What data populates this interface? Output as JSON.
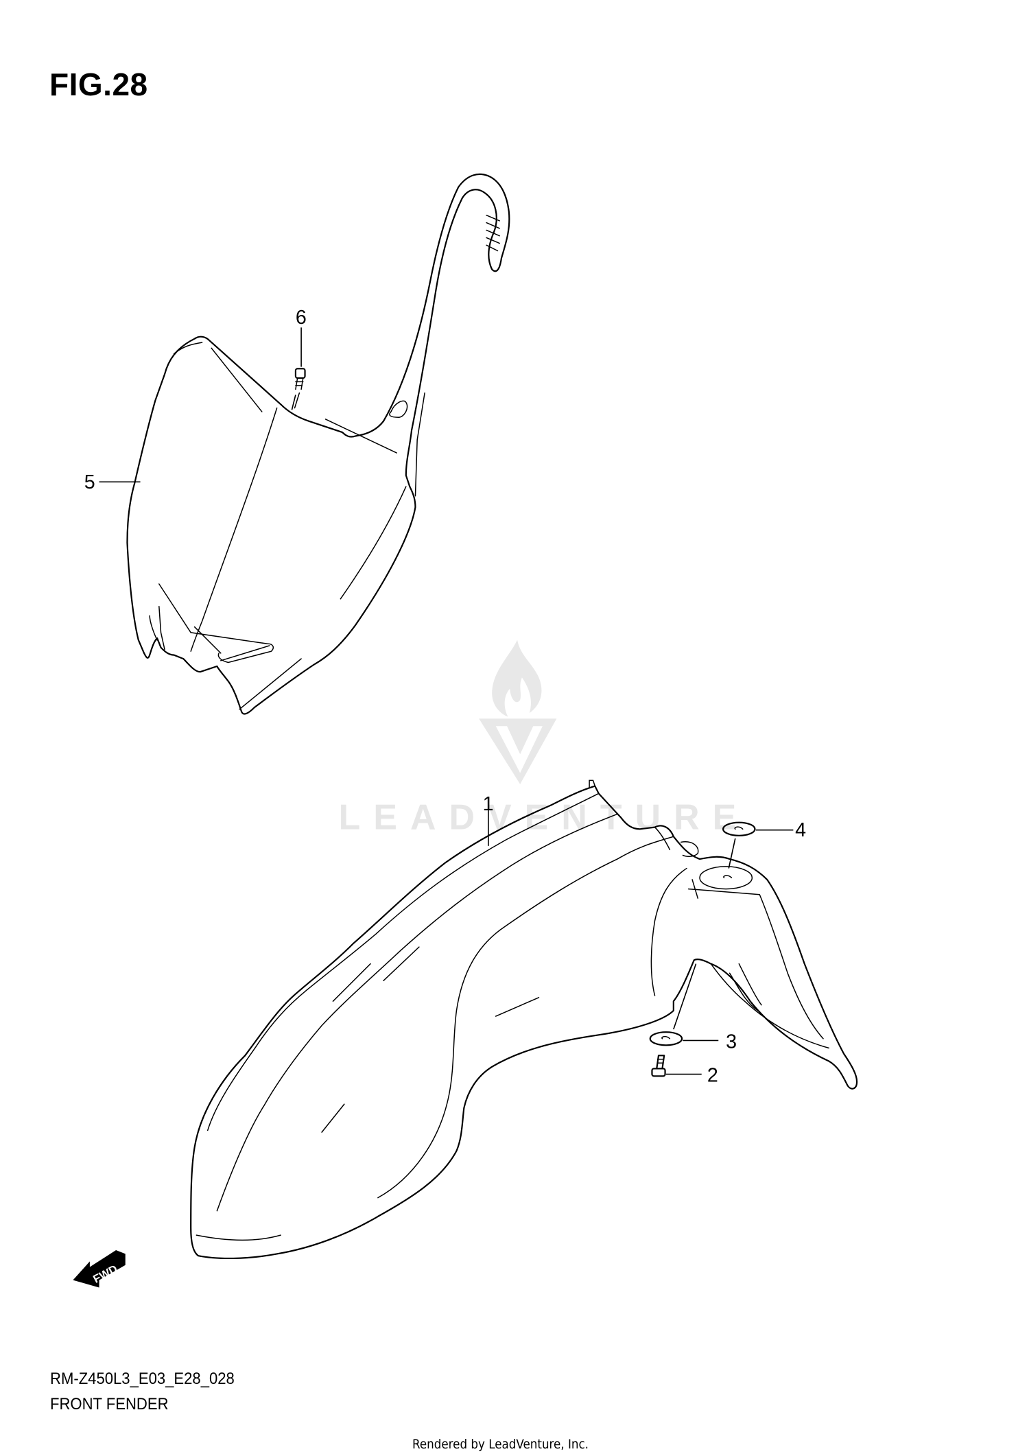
{
  "figure": {
    "title": "FIG.28",
    "model_code": "RM-Z450L3_E03_E28_028",
    "name": "FRONT FENDER"
  },
  "callouts": [
    {
      "id": "1",
      "label": "1",
      "part": "front-fender"
    },
    {
      "id": "2",
      "label": "2",
      "part": "bolt"
    },
    {
      "id": "3",
      "label": "3",
      "part": "washer"
    },
    {
      "id": "4",
      "label": "4",
      "part": "washer-upper"
    },
    {
      "id": "5",
      "label": "5",
      "part": "number-plate"
    },
    {
      "id": "6",
      "label": "6",
      "part": "screw"
    }
  ],
  "direction_marker": {
    "label": "FWD",
    "icon": "forward-arrow-icon"
  },
  "watermark": {
    "text": "LEADVENTURE",
    "icon": "leadventure-logo-icon",
    "color": "#e6e6e6"
  },
  "footer": {
    "rendered_by": "Rendered by LeadVenture, Inc."
  }
}
